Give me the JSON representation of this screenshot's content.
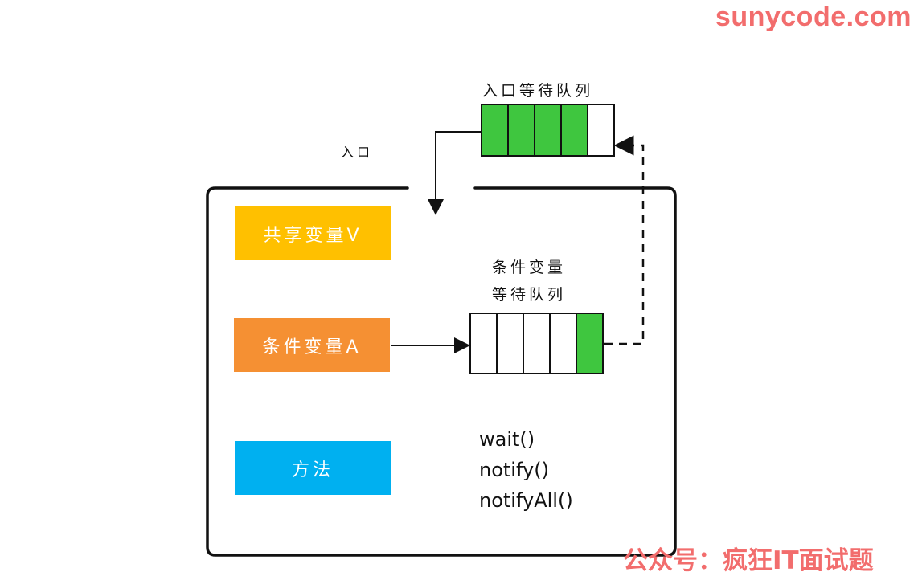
{
  "watermark": {
    "top": "sunycode.com",
    "bottom": "公众号：疯狂IT面试题"
  },
  "labels": {
    "entry": "入口",
    "entry_queue": "入口等待队列",
    "cond_queue_line1": "条件变量",
    "cond_queue_line2": "等待队列"
  },
  "boxes": {
    "shared_var": "共享变量V",
    "cond_var": "条件变量A",
    "methods": "方法"
  },
  "methods": [
    "wait()",
    "notify()",
    "notifyAll()"
  ],
  "colors": {
    "shared_var": "#ffc000",
    "cond_var": "#f59033",
    "methods_box": "#00b0f0",
    "queue_filled": "#3fc63f",
    "watermark": "#f26d6d"
  },
  "entry_queue_cells": [
    true,
    true,
    true,
    true,
    false
  ],
  "cond_queue_cells": [
    false,
    false,
    false,
    false,
    true
  ]
}
